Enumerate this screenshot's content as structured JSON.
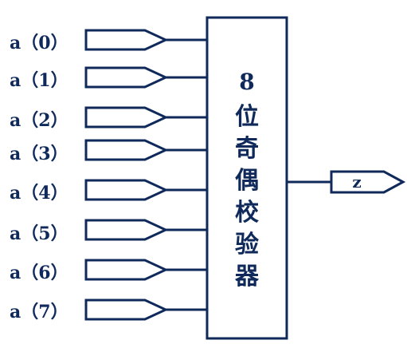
{
  "inputs": [
    {
      "label": "a（0）"
    },
    {
      "label": "a（1）"
    },
    {
      "label": "a（2）"
    },
    {
      "label": "a（3）"
    },
    {
      "label": "a（4）"
    },
    {
      "label": "a（5）"
    },
    {
      "label": "a（6）"
    },
    {
      "label": "a（7）"
    }
  ],
  "block": {
    "label_chars": [
      "8",
      "位",
      "奇",
      "偶",
      "校",
      "验",
      "器"
    ]
  },
  "output": {
    "label": "z"
  },
  "colors": {
    "ink": "#0f2a5a",
    "background": "#ffffff"
  }
}
